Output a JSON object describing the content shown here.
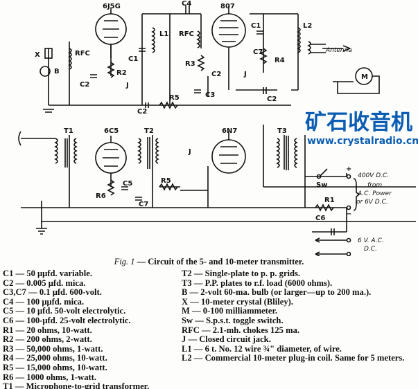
{
  "diagram": {
    "tubes": {
      "osc": "6J5G",
      "amp": "807",
      "mic": "6C5",
      "mod": "6N7"
    },
    "labels": {
      "c4": "C4",
      "l1": "L1",
      "rfc_top": "RFC",
      "c1a": "C1",
      "c1b": "C1",
      "l2": "L2",
      "antenna": "Antenna",
      "x": "X",
      "b": "B",
      "rfc_left": "RFC",
      "c2a": "C2",
      "r2": "R2",
      "j1": "J",
      "r3": "R3",
      "c7a": "C7",
      "r4": "R4",
      "c2b": "C2",
      "j2": "J",
      "c2c": "C2",
      "c3": "C3",
      "r5a": "R5",
      "c2d": "C2",
      "m": "M",
      "t1": "T1",
      "t2": "T2",
      "t3": "T3",
      "j3": "J",
      "r6": "R6",
      "c5": "C5",
      "c7b": "C7",
      "r5b": "R5",
      "sw": "Sw",
      "plus": "+",
      "minus": "−",
      "r1": "R1",
      "c6": "C6"
    },
    "supply_note": [
      "400V D.C.",
      "from",
      "A.C. Power",
      "or 6V D.C."
    ],
    "filament_note": [
      "6 V. A.C.",
      "D.C."
    ]
  },
  "caption": {
    "fig": "Fig. 1",
    "text": " — Circuit of the 5- and 10-meter transmitter."
  },
  "parts_left": [
    "C1 — 50 μμfd. variable.",
    "C2 — 0.005 μfd. mica.",
    "C3,C7 — 0.1 μfd. 600-volt.",
    "C4 — 100 μμfd. mica.",
    "C5 — 10 μfd. 50-volt electrolytic.",
    "C6 — 100-μfd. 25-volt electrolytic.",
    "R1 — 20 ohms, 10-watt.",
    "R2 — 200 ohms, 2-watt.",
    "R3 — 50,000 ohms, 1-watt.",
    "R4 — 25,000 ohms, 10-watt.",
    "R5 — 15,000 ohms, 10-watt.",
    "R6 — 1000 ohms, 1-watt.",
    "T1 — Microphone-to-grid transformer."
  ],
  "parts_right": [
    "T2 — Single-plate to p. p. grids.",
    "T3 — P.P. plates to r.f. load (6000 ohms).",
    "B — 2-volt 60-ma. bulb (or larger—up to 200 ma.).",
    "X — 10-meter crystal (Bliley).",
    "M — 0-100 milliammeter.",
    "Sw — S.p.s.t. toggle switch.",
    "RFC — 2.1-mh. chokes 125 ma.",
    "J — Closed circuit jack.",
    "L1 — 6 t. No. 12 wire ¾\" diameter, of wire.",
    "L2 — Commercial 10-meter plug-in coil. Same for 5 meters."
  ],
  "watermark": {
    "cn": "矿石收音机",
    "url": "www.crystalradio.cn"
  }
}
